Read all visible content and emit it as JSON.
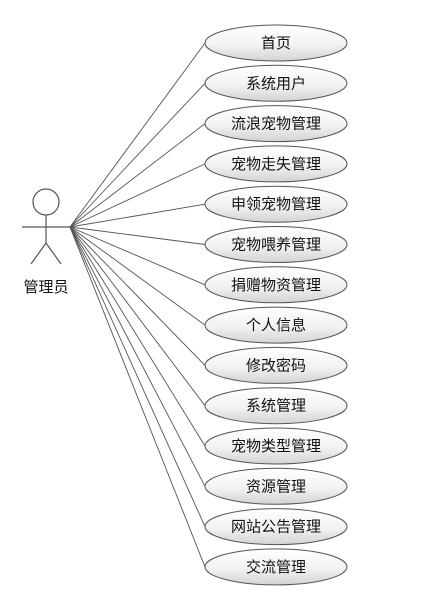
{
  "actor": {
    "label": "管理员"
  },
  "use_cases": [
    {
      "label": "首页"
    },
    {
      "label": "系统用户"
    },
    {
      "label": "流浪宠物管理"
    },
    {
      "label": "宠物走失管理"
    },
    {
      "label": "申领宠物管理"
    },
    {
      "label": "宠物喂养管理"
    },
    {
      "label": "捐赠物资管理"
    },
    {
      "label": "个人信息"
    },
    {
      "label": "修改密码"
    },
    {
      "label": "系统管理"
    },
    {
      "label": "宠物类型管理"
    },
    {
      "label": "资源管理"
    },
    {
      "label": "网站公告管理"
    },
    {
      "label": "交流管理"
    }
  ],
  "colors": {
    "stroke": "#555555",
    "ellipse_fill_top": "#ffffff",
    "ellipse_fill_bottom": "#d6d6d6",
    "text": "#111111"
  }
}
